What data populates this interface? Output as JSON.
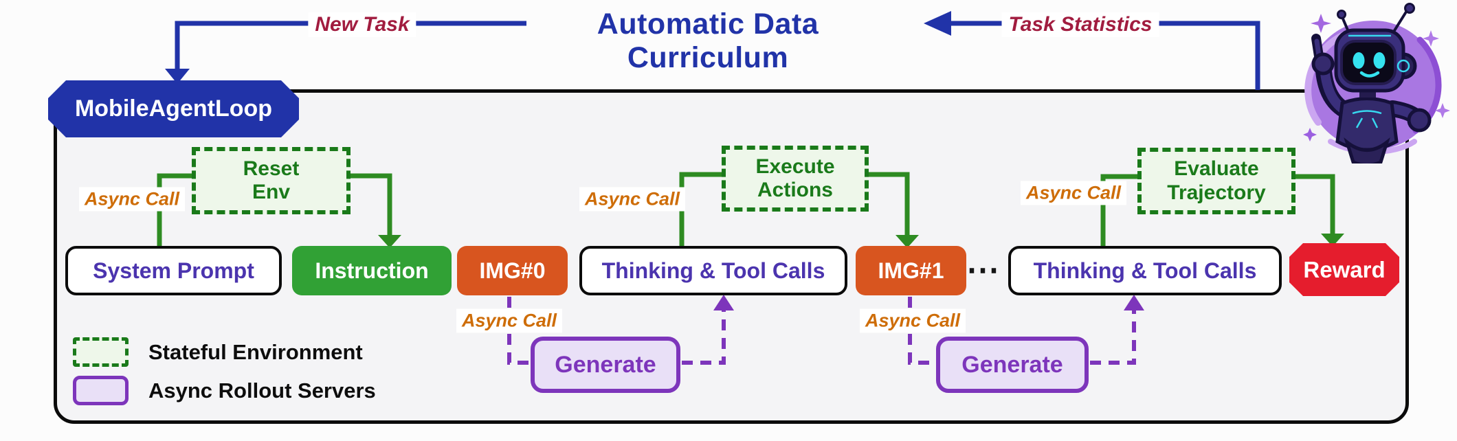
{
  "title": "Automatic Data Curriculum",
  "loop": {
    "badge": "MobileAgentLoop"
  },
  "flow_labels": {
    "new_task": "New Task",
    "task_statistics": "Task Statistics",
    "async_call": "Async Call"
  },
  "env_ops": {
    "reset": "Reset Env",
    "execute": "Execute Actions",
    "evaluate": "Evaluate Trajectory"
  },
  "rollout": {
    "generate": "Generate"
  },
  "sequence": {
    "system_prompt": "System Prompt",
    "instruction": "Instruction",
    "img0": "IMG#0",
    "thinking1": "Thinking & Tool Calls",
    "img1": "IMG#1",
    "ellipsis": "⋯",
    "thinking2": "Thinking & Tool Calls",
    "reward": "Reward"
  },
  "legend": {
    "stateful": "Stateful Environment",
    "rollout_servers": "Async Rollout Servers"
  },
  "icons": {
    "mascot": "robot-mascot"
  },
  "colors": {
    "blue": "#2133a8",
    "crimson": "#a11c3f",
    "green_dark": "#1a7a1a",
    "green_line": "#2e8b22",
    "green_fill": "#eef7ea",
    "instruction_green": "#31a135",
    "orange_box": "#d8551f",
    "async_orange": "#ce6d08",
    "purple": "#7d35bb",
    "purple_fill": "#e9e0f7",
    "row_text": "#4b34ae",
    "reward_red": "#e51d2d",
    "box_fill": "#f4f4f6"
  }
}
